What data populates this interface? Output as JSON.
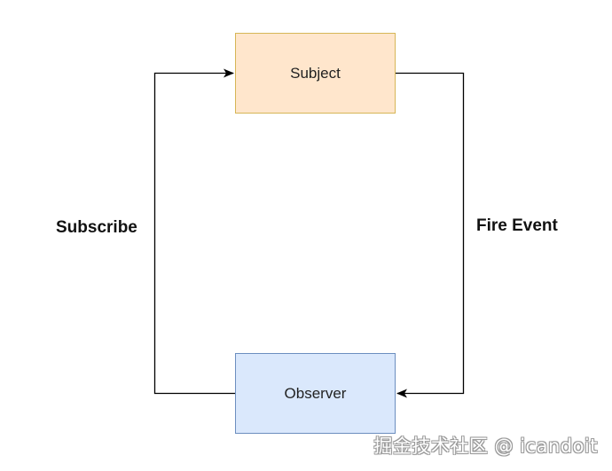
{
  "diagram": {
    "nodes": {
      "subject": {
        "label": "Subject",
        "fill": "#ffe6cc",
        "stroke": "#d6b656"
      },
      "observer": {
        "label": "Observer",
        "fill": "#dae8fc",
        "stroke": "#6c8ebf"
      }
    },
    "edges": {
      "subscribe": {
        "label": "Subscribe",
        "from": "observer",
        "to": "subject"
      },
      "fire_event": {
        "label": "Fire Event",
        "from": "subject",
        "to": "observer"
      }
    },
    "edge_color": "#000000"
  },
  "watermark": {
    "text": "掘金技术社区 @ icandoit"
  }
}
